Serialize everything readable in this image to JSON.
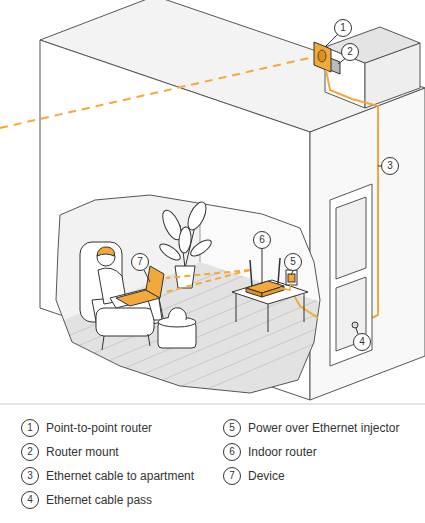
{
  "diagram": {
    "nodes": [
      {
        "text": [
          "1"
        ]
      },
      {
        "text": [
          "2"
        ]
      },
      {
        "text": [
          "3"
        ]
      },
      {
        "text": [
          "6"
        ]
      },
      {
        "text": [
          "7"
        ]
      },
      {
        "text": [
          "5"
        ]
      },
      {
        "text": [
          "4"
        ]
      },
      {
        "text": [
          "1"
        ]
      },
      {
        "text": [
          "5"
        ]
      },
      {
        "text": [
          "2"
        ]
      },
      {
        "text": [
          "6"
        ]
      },
      {
        "text": [
          "3"
        ]
      },
      {
        "text": [
          "7"
        ]
      },
      {
        "text": [
          "4"
        ]
      }
    ],
    "legend": [
      {
        "text": "Point-to-point router"
      },
      {
        "text": "Power over Ethernet injector"
      },
      {
        "text": "Router mount"
      },
      {
        "text": "Indoor router"
      },
      {
        "text": "Ethernet cable to apartment"
      },
      {
        "text": "Device"
      },
      {
        "text": "Ethernet cable pass"
      }
    ]
  }
}
